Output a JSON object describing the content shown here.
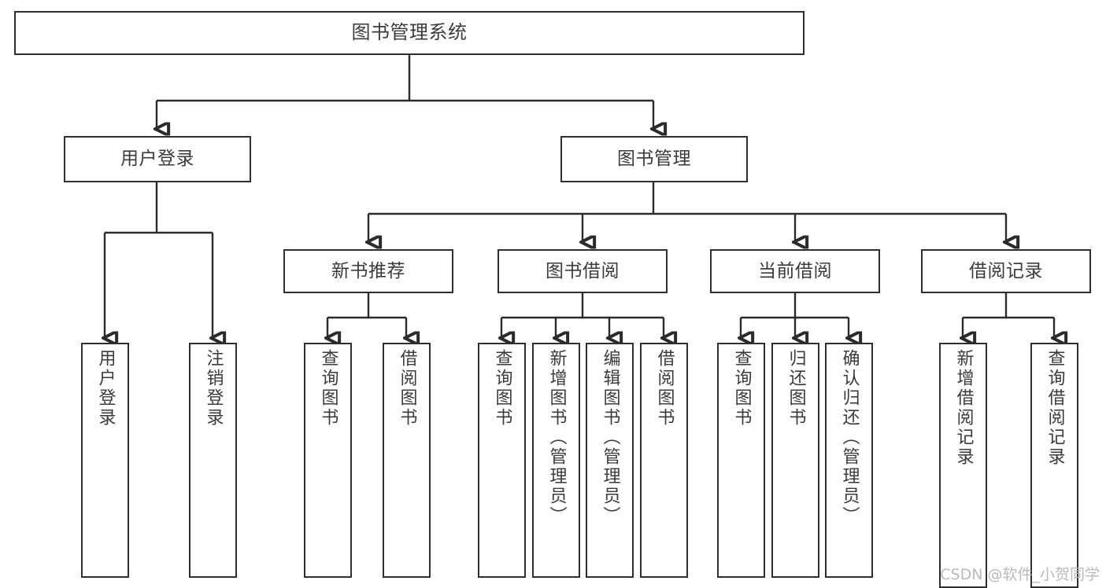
{
  "diagram": {
    "title": "图书管理系统",
    "type": "hierarchy-tree",
    "watermark": "CSDN @软件_小贺同学",
    "colors": {
      "background": "#ffffff",
      "box_border": "#2f2f2f",
      "connector": "#2b2b2b",
      "text": "#3b3b3b",
      "watermark": "#b9b9b9"
    },
    "root": {
      "label": "图书管理系统"
    },
    "level2": [
      {
        "label": "用户登录"
      },
      {
        "label": "图书管理"
      }
    ],
    "level3": [
      {
        "label": "新书推荐"
      },
      {
        "label": "图书借阅"
      },
      {
        "label": "当前借阅"
      },
      {
        "label": "借阅记录"
      }
    ],
    "leaves": {
      "user_login": [
        {
          "label": "用户登录"
        },
        {
          "label": "注销登录"
        }
      ],
      "new_book_recommend": [
        {
          "label": "查询图书"
        },
        {
          "label": "借阅图书"
        }
      ],
      "book_borrow": [
        {
          "label": "查询图书"
        },
        {
          "label": "新增图书（管理员）"
        },
        {
          "label": "编辑图书（管理员）"
        },
        {
          "label": "借阅图书"
        }
      ],
      "current_borrow": [
        {
          "label": "查询图书"
        },
        {
          "label": "归还图书"
        },
        {
          "label": "确认归还（管理员）"
        }
      ],
      "borrow_record": [
        {
          "label": "新增借阅记录"
        },
        {
          "label": "查询借阅记录"
        }
      ]
    }
  }
}
